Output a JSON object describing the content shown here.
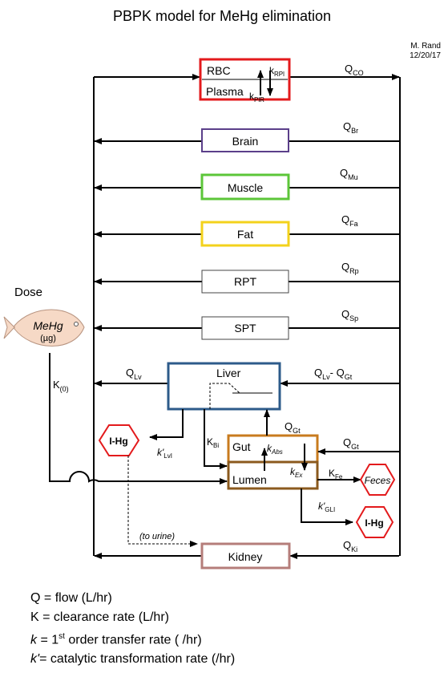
{
  "title": "PBPK model for MeHg elimination",
  "author": {
    "name": "M. Rand",
    "date": "12/20/17"
  },
  "dose": {
    "label": "Dose",
    "fish_text": "MeHg",
    "fish_unit": "(µg)",
    "k0_main": "K",
    "k0_sub": "(0)"
  },
  "compartments": {
    "rbc": "RBC",
    "plasma": "Plasma",
    "brain": "Brain",
    "muscle": "Muscle",
    "fat": "Fat",
    "rpt": "RPT",
    "spt": "SPT",
    "liver": "Liver",
    "gut": "Gut",
    "lumen": "Lumen",
    "kidney": "Kidney"
  },
  "flows": {
    "qco": {
      "main": "Q",
      "sub": "CO"
    },
    "qbr": {
      "main": "Q",
      "sub": "Br"
    },
    "qmu": {
      "main": "Q",
      "sub": "Mu"
    },
    "qfa": {
      "main": "Q",
      "sub": "Fa"
    },
    "qrp": {
      "main": "Q",
      "sub": "Rp"
    },
    "qsp": {
      "main": "Q",
      "sub": "Sp"
    },
    "qlv": {
      "main": "Q",
      "sub": "Lv"
    },
    "qlv_minus": {
      "main1": "Q",
      "sub1": "Lv",
      "sep": "- ",
      "main2": "Q",
      "sub2": "Gt"
    },
    "qgt_up": {
      "main": "Q",
      "sub": "Gt"
    },
    "qgt_right": {
      "main": "Q",
      "sub": "Gt"
    },
    "qki": {
      "main": "Q",
      "sub": "Ki"
    }
  },
  "rates": {
    "krpl": {
      "main": "k",
      "sub": "RPl"
    },
    "kplr": {
      "main": "k",
      "sub": "PlR"
    },
    "kbi": {
      "main": "K",
      "sub": "Bi"
    },
    "kabs": {
      "main": "k",
      "sub": "Abs"
    },
    "kex": {
      "main": "k",
      "sub": "Ex"
    },
    "kfe": {
      "main": "K",
      "sub": "Fe"
    },
    "klvi": {
      "main": "k'",
      "sub": "LvI"
    },
    "kgli": {
      "main": "k'",
      "sub": "GLI"
    }
  },
  "outputs": {
    "ihg_left": "I-Hg",
    "ihg_right": "I-Hg",
    "feces": "Feces",
    "to_urine": "(to urine)"
  },
  "definitions": [
    {
      "symbol": "Q",
      "text": " = flow (L/hr)"
    },
    {
      "symbol": "K",
      "text": " = clearance rate (L/hr)"
    },
    {
      "symbol": "k",
      "text_before": " = 1",
      "sup": "st",
      "text_after": " order transfer rate ( /hr)"
    },
    {
      "symbol": "k'",
      "text": "= catalytic transformation rate (/hr)"
    }
  ],
  "colors": {
    "rbc": "#e31a1c",
    "brain": "#5b3f8a",
    "muscle": "#5cc639",
    "fat": "#f3d21c",
    "liver": "#2d5b8a",
    "gut": "#c87b1e",
    "lumen": "#8b5a1e",
    "kidney": "#b57d7a",
    "hex": "#e31a1c",
    "fish": "#f6d9c6"
  }
}
